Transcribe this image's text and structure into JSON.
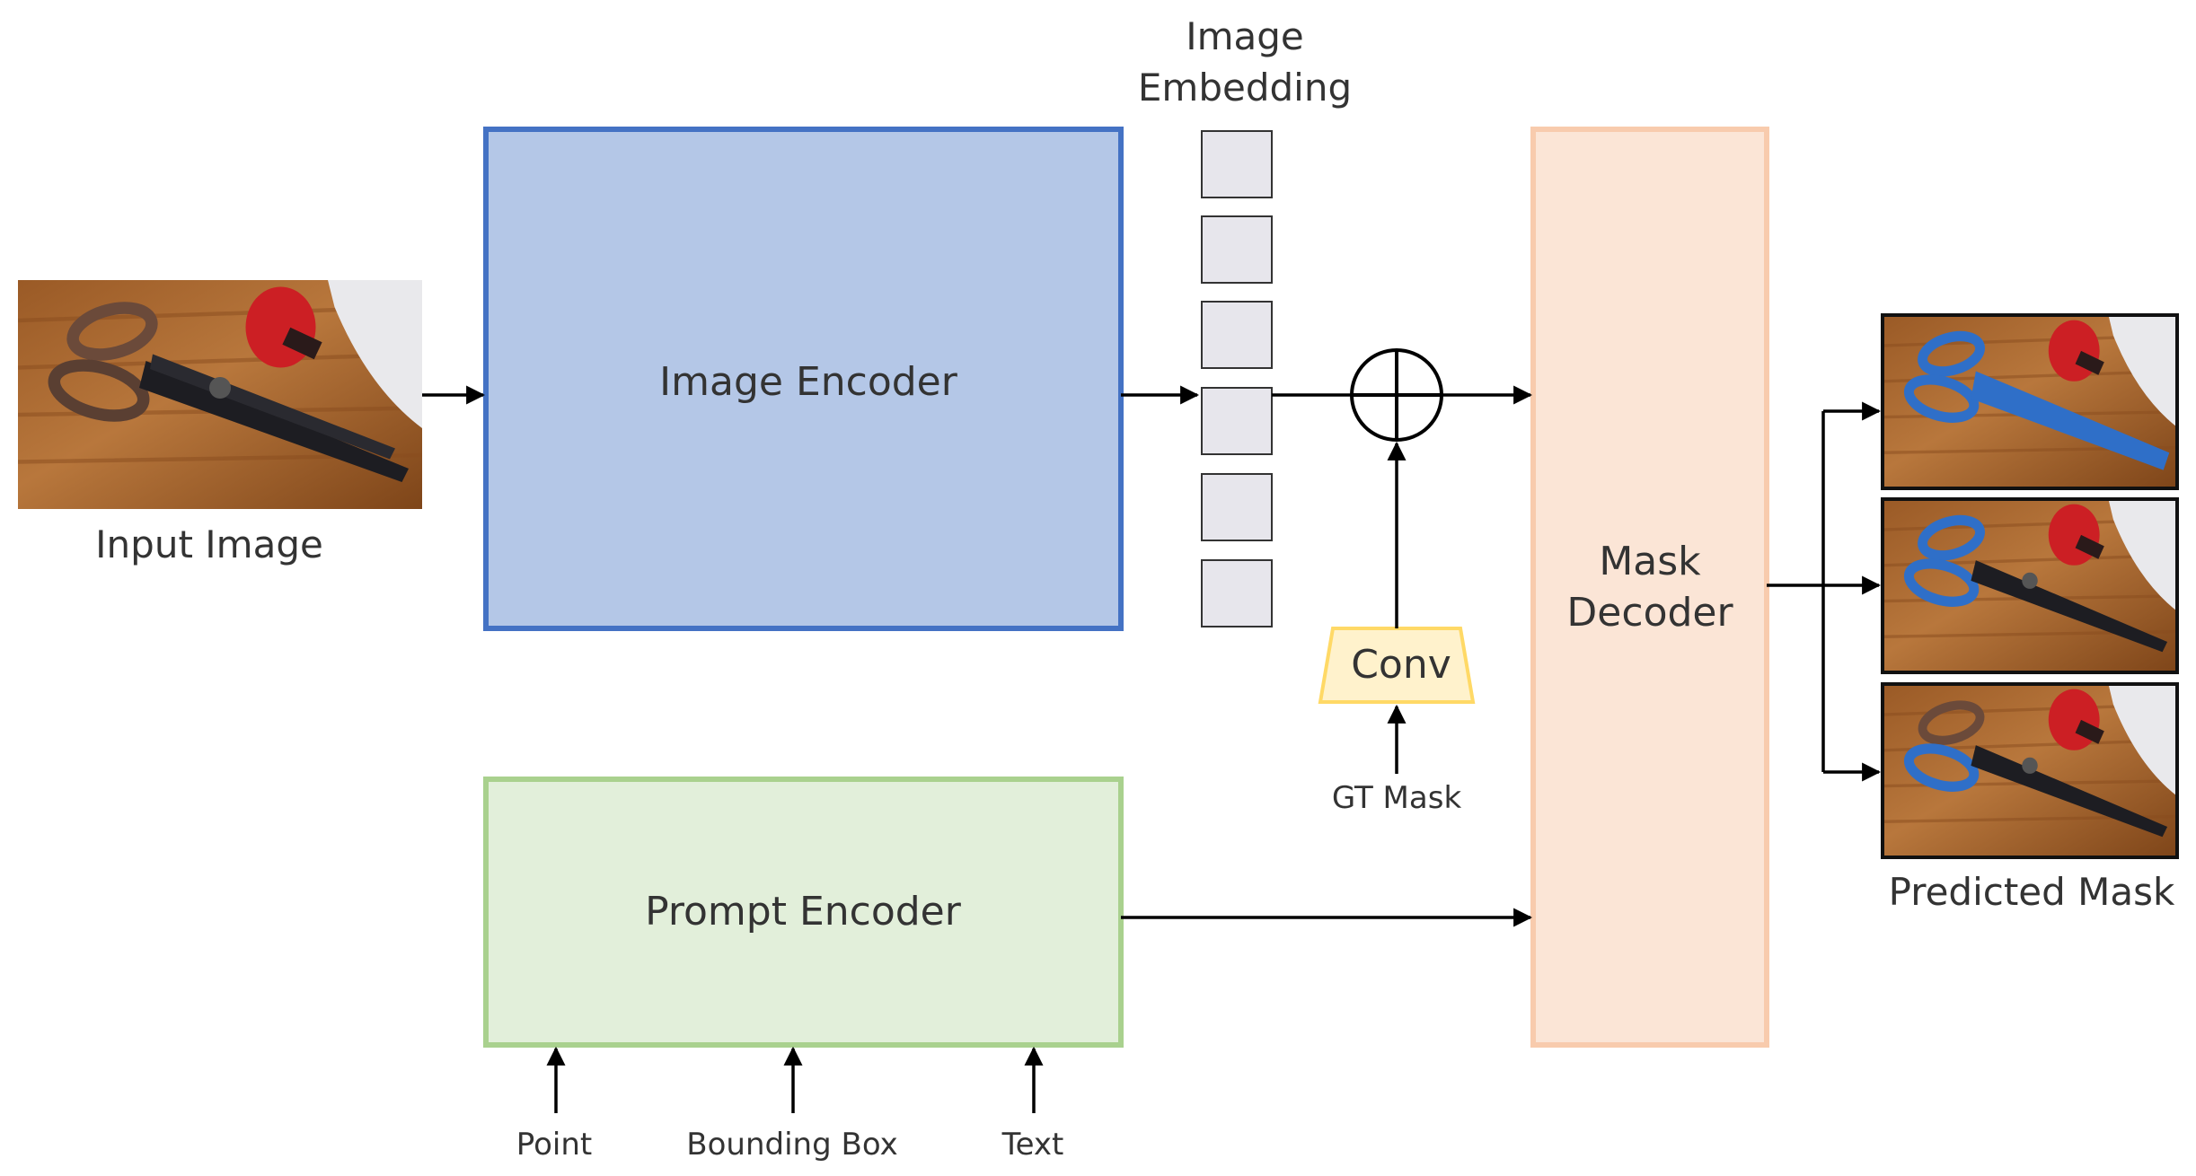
{
  "colors": {
    "image_encoder_fill": "#b4c7e7",
    "image_encoder_stroke": "#4472c4",
    "prompt_encoder_fill": "#e2efda",
    "prompt_encoder_stroke": "#a9d18e",
    "mask_decoder_fill": "#fbe5d6",
    "mask_decoder_stroke": "#f8cbad",
    "conv_fill": "#fff2cc",
    "conv_stroke": "#ffd966",
    "embedding_fill": "#e7e6ec",
    "embedding_stroke": "#333333",
    "mask_highlight": "#2f6fc8",
    "arrow": "#000000"
  },
  "input_image": {
    "label": "Input Image",
    "icon": "scissors-photo"
  },
  "image_encoder": {
    "label": "Image Encoder"
  },
  "image_embedding": {
    "label_line1": "Image",
    "label_line2": "Embedding",
    "tokens": 6
  },
  "combine": {
    "icon": "circle-plus-icon"
  },
  "conv": {
    "label": "Conv"
  },
  "gt_mask": {
    "label": "GT Mask"
  },
  "mask_decoder": {
    "label_line1": "Mask",
    "label_line2": "Decoder"
  },
  "prompt_encoder": {
    "label": "Prompt Encoder",
    "inputs": [
      "Point",
      "Bounding Box",
      "Text"
    ]
  },
  "predicted_mask": {
    "label": "Predicted Mask",
    "count": 3
  }
}
